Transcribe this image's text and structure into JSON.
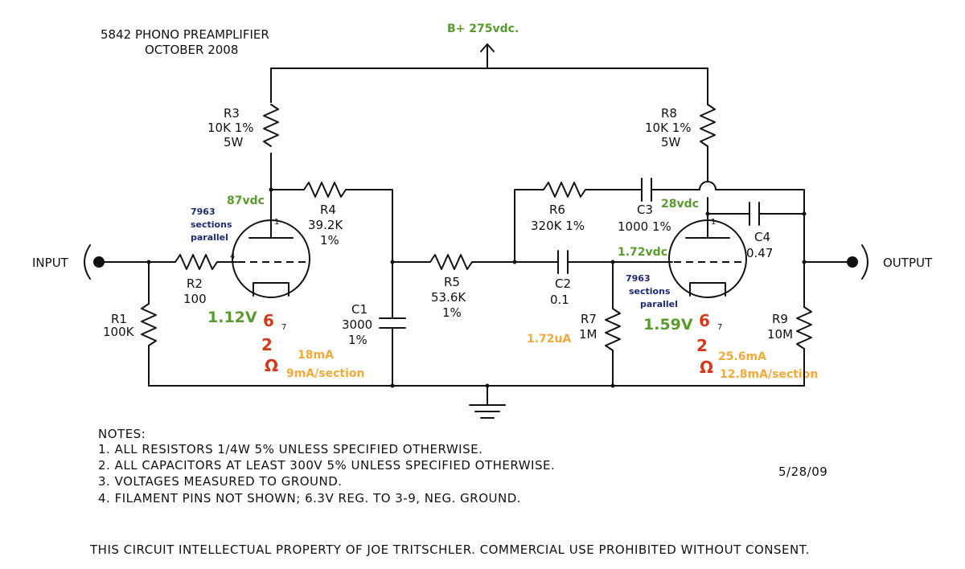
{
  "title": {
    "line1": "5842 PHONO PREAMPLIFIER",
    "line2": "OCTOBER 2008"
  },
  "supply": {
    "label": "B+ 275vdc."
  },
  "connectors": {
    "input": "INPUT",
    "output": "OUTPUT"
  },
  "components": {
    "R1": {
      "name": "R1",
      "value": "100K"
    },
    "R2": {
      "name": "R2",
      "value": "100"
    },
    "R3": {
      "name": "R3",
      "value": "10K 1%",
      "rating": "5W"
    },
    "R4": {
      "name": "R4",
      "value": "39.2K",
      "tol": "1%"
    },
    "R5": {
      "name": "R5",
      "value": "53.6K",
      "tol": "1%"
    },
    "R6": {
      "name": "R6",
      "value": "320K 1%"
    },
    "R7": {
      "name": "R7",
      "value": "1M"
    },
    "R8": {
      "name": "R8",
      "value": "10K 1%",
      "rating": "5W"
    },
    "R9": {
      "name": "R9",
      "value": "10M"
    },
    "C1": {
      "name": "C1",
      "value": "3000",
      "tol": "1%"
    },
    "C2": {
      "name": "C2",
      "value": "0.1"
    },
    "C3": {
      "name": "C3",
      "value": "1000 1%"
    },
    "C4": {
      "name": "C4",
      "value": "0.47"
    }
  },
  "tube1": {
    "type_line1": "7963",
    "type_line2": "sections",
    "type_line3": "parallel",
    "plate_voltage": "87vdc",
    "cathode_voltage": "1.12V",
    "pin_plate": "1",
    "pin_grid": "4",
    "pin_a": "6",
    "pin_b": "7",
    "pin_c": "2",
    "ohm": "Ω",
    "current_total": "18mA",
    "current_section": "9mA/section"
  },
  "tube2": {
    "type_line1": "7963",
    "type_line2": "sections",
    "type_line3": "parallel",
    "plate_voltage": "28vdc",
    "grid_voltage": "1.72vdc",
    "cathode_voltage": "1.59V",
    "pin_plate": "1",
    "pin_a": "6",
    "pin_b": "7",
    "pin_c": "2",
    "ohm": "Ω",
    "current_total": "25.6mA",
    "current_section": "12.8mA/section"
  },
  "measurements": {
    "r7_current": "1.72uA"
  },
  "notes": {
    "heading": "NOTES:",
    "items": [
      "1. ALL RESISTORS 1/4W 5% UNLESS SPECIFIED OTHERWISE.",
      "2. ALL CAPACITORS AT LEAST 300V 5% UNLESS SPECIFIED OTHERWISE.",
      "3. VOLTAGES MEASURED TO GROUND.",
      "4. FILAMENT PINS NOT SHOWN; 6.3V REG. TO 3-9, NEG. GROUND."
    ]
  },
  "date": "5/28/09",
  "footer": "THIS CIRCUIT INTELLECTUAL PROPERTY OF JOE TRITSCHLER. COMMERCIAL USE PROHIBITED WITHOUT CONSENT.",
  "colors": {
    "voltage_green": "#5a9a2e",
    "tube_navy": "#1e2a6e",
    "current_orange": "#f2a93b",
    "pin_red": "#d43a1a"
  }
}
